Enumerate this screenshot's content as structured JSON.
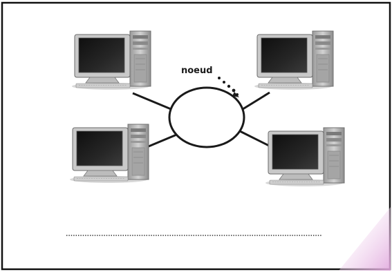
{
  "diagram": {
    "type": "ring-network",
    "node_label": "noeud",
    "computer_count": 4,
    "colors": {
      "frame": "#111111",
      "ring": "#1a1a1a",
      "screen": "#1b1b1b",
      "monitor_body": "#cfcfcf",
      "tower_body": "#bdbdbd",
      "accent_corner": "#e9b7e6"
    }
  }
}
